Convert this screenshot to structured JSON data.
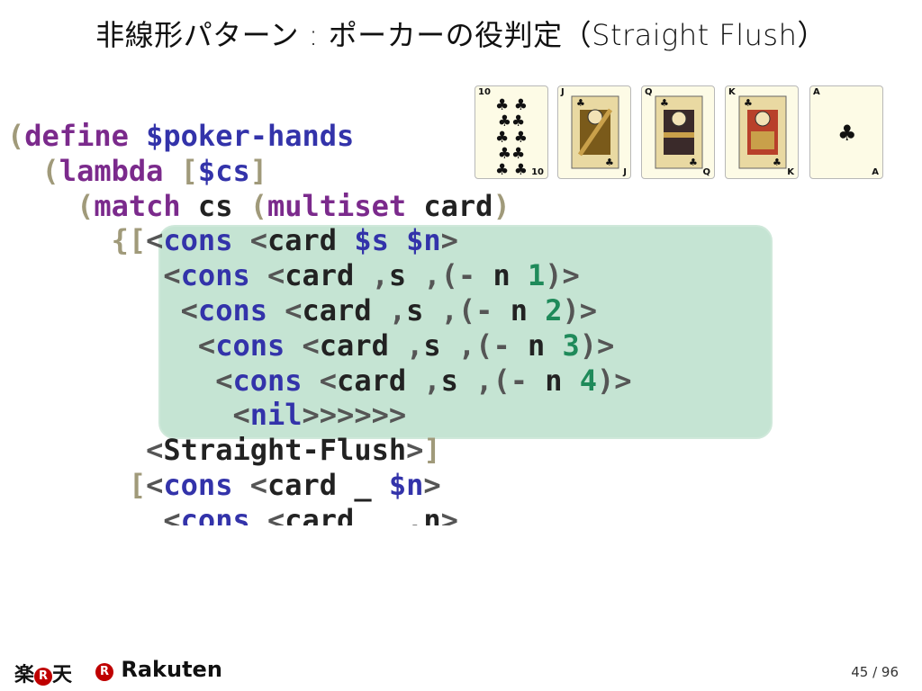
{
  "slide": {
    "title": "非線形パターン : ポーカーの役判定（Straight Flush）"
  },
  "cards": [
    {
      "rank": "10",
      "suit": "club"
    },
    {
      "rank": "J",
      "suit": "club"
    },
    {
      "rank": "Q",
      "suit": "club"
    },
    {
      "rank": "K",
      "suit": "club"
    },
    {
      "rank": "A",
      "suit": "club"
    }
  ],
  "code": [
    [
      [
        "paren",
        "("
      ],
      [
        "kw",
        "define"
      ],
      [
        "plain",
        " "
      ],
      [
        "var",
        "$poker-hands"
      ]
    ],
    [
      [
        "plain",
        "  "
      ],
      [
        "paren",
        "("
      ],
      [
        "kw",
        "lambda"
      ],
      [
        "plain",
        " "
      ],
      [
        "paren",
        "["
      ],
      [
        "var",
        "$cs"
      ],
      [
        "paren",
        "]"
      ]
    ],
    [
      [
        "plain",
        "    "
      ],
      [
        "paren",
        "("
      ],
      [
        "kw",
        "match"
      ],
      [
        "plain",
        " cs "
      ],
      [
        "paren",
        "("
      ],
      [
        "kw",
        "multiset"
      ],
      [
        "plain",
        " card"
      ],
      [
        "paren",
        ")"
      ]
    ],
    [
      [
        "plain",
        "      "
      ],
      [
        "paren",
        "{["
      ],
      [
        "lt",
        "<"
      ],
      [
        "var",
        "cons"
      ],
      [
        "plain",
        " "
      ],
      [
        "lt",
        "<"
      ],
      [
        "plain",
        "card "
      ],
      [
        "var",
        "$s"
      ],
      [
        "plain",
        " "
      ],
      [
        "var",
        "$n"
      ],
      [
        "lt",
        ">"
      ]
    ],
    [
      [
        "plain",
        "         "
      ],
      [
        "lt",
        "<"
      ],
      [
        "var",
        "cons"
      ],
      [
        "plain",
        " "
      ],
      [
        "lt",
        "<"
      ],
      [
        "plain",
        "card "
      ],
      [
        "op",
        ","
      ],
      [
        "plain",
        "s "
      ],
      [
        "op",
        ",(- "
      ],
      [
        "plain",
        "n "
      ],
      [
        "num",
        "1"
      ],
      [
        "op",
        ")>"
      ]
    ],
    [
      [
        "plain",
        "          "
      ],
      [
        "lt",
        "<"
      ],
      [
        "var",
        "cons"
      ],
      [
        "plain",
        " "
      ],
      [
        "lt",
        "<"
      ],
      [
        "plain",
        "card "
      ],
      [
        "op",
        ","
      ],
      [
        "plain",
        "s "
      ],
      [
        "op",
        ",(- "
      ],
      [
        "plain",
        "n "
      ],
      [
        "num",
        "2"
      ],
      [
        "op",
        ")>"
      ]
    ],
    [
      [
        "plain",
        "           "
      ],
      [
        "lt",
        "<"
      ],
      [
        "var",
        "cons"
      ],
      [
        "plain",
        " "
      ],
      [
        "lt",
        "<"
      ],
      [
        "plain",
        "card "
      ],
      [
        "op",
        ","
      ],
      [
        "plain",
        "s "
      ],
      [
        "op",
        ",(- "
      ],
      [
        "plain",
        "n "
      ],
      [
        "num",
        "3"
      ],
      [
        "op",
        ")>"
      ]
    ],
    [
      [
        "plain",
        "            "
      ],
      [
        "lt",
        "<"
      ],
      [
        "var",
        "cons"
      ],
      [
        "plain",
        " "
      ],
      [
        "lt",
        "<"
      ],
      [
        "plain",
        "card "
      ],
      [
        "op",
        ","
      ],
      [
        "plain",
        "s "
      ],
      [
        "op",
        ",(- "
      ],
      [
        "plain",
        "n "
      ],
      [
        "num",
        "4"
      ],
      [
        "op",
        ")>"
      ]
    ],
    [
      [
        "plain",
        "             "
      ],
      [
        "lt",
        "<"
      ],
      [
        "var",
        "nil"
      ],
      [
        "lt",
        ">>>>>>"
      ]
    ],
    [
      [
        "plain",
        "        "
      ],
      [
        "lt",
        "<"
      ],
      [
        "plain",
        "Straight-Flush"
      ],
      [
        "lt",
        ">"
      ],
      [
        "paren",
        "]"
      ]
    ],
    [
      [
        "plain",
        "       "
      ],
      [
        "paren",
        "["
      ],
      [
        "lt",
        "<"
      ],
      [
        "var",
        "cons"
      ],
      [
        "plain",
        " "
      ],
      [
        "lt",
        "<"
      ],
      [
        "plain",
        "card _ "
      ],
      [
        "var",
        "$n"
      ],
      [
        "lt",
        ">"
      ]
    ],
    [
      [
        "plain",
        "         "
      ],
      [
        "lt",
        "<"
      ],
      [
        "var",
        "cons"
      ],
      [
        "plain",
        " "
      ],
      [
        "lt",
        "<"
      ],
      [
        "plain",
        "card _ "
      ],
      [
        "op",
        ","
      ],
      [
        "plain",
        "n"
      ],
      [
        "lt",
        ">"
      ]
    ]
  ],
  "footer": {
    "logo_jp_left": "楽",
    "logo_r": "R",
    "logo_jp_right": "天",
    "logo_en": "Rakuten",
    "page": "45 / 96"
  },
  "colors": {
    "keyword": "#7b2a8c",
    "variable": "#3333aa",
    "number": "#1f8a5a",
    "highlight": "#96cdaf",
    "brand_red": "#bf0000"
  }
}
